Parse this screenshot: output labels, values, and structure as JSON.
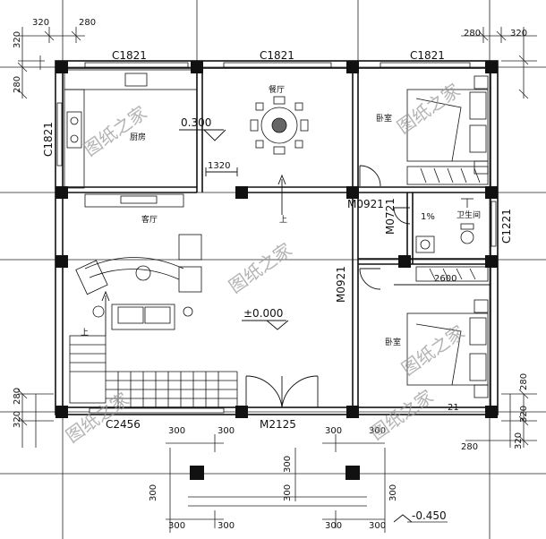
{
  "dimensions": {
    "d320_tl": "320",
    "d280_tl": "280",
    "d280_tr": "280",
    "d320_tr": "320",
    "d280_left": "280",
    "d320_left": "320",
    "d320_bl": "320",
    "d280_bl": "280",
    "d280_br1": "280",
    "d320_br1": "320",
    "d280_br2": "280",
    "d320_br2": "320",
    "d1320": "1320",
    "d2600": "2600",
    "porch": [
      "300",
      "300",
      "300",
      "300",
      "300",
      "300",
      "300",
      "300",
      "300",
      "300",
      "300",
      "300"
    ]
  },
  "windows": {
    "c1821_1": "C1821",
    "c1821_2": "C1821",
    "c1821_3": "C1821",
    "c1821_left": "C1821",
    "c1221": "C1221",
    "c2456": "C2456"
  },
  "doors": {
    "m0921_top": "M0921",
    "m0721": "M0721",
    "m0921_bottom": "M0921",
    "m2125": "M2125"
  },
  "rooms": {
    "kitchen": "厨房",
    "dining": "餐厅",
    "bedroom1": "卧室",
    "living": "客厅",
    "bathroom": "卫生间",
    "bedroom2": "卧室"
  },
  "levels": {
    "kitchen": "0.300",
    "living": "±0.000",
    "outside": "-0.450",
    "slope": "1%",
    "stair_up1": "上",
    "stair_up2": "上"
  },
  "watermarks": [
    "图纸之家",
    "图纸之家",
    "图纸之家",
    "图纸之家",
    "图纸之家",
    "图纸之家"
  ],
  "partial": "21"
}
